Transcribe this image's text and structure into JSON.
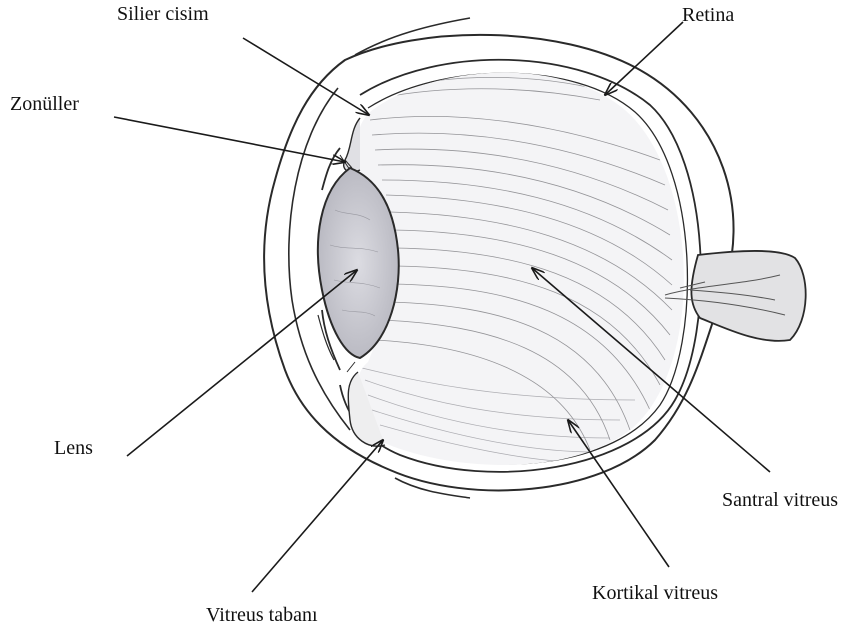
{
  "labels": {
    "silier_cisim": "Silier cisim",
    "retina": "Retina",
    "zonuller": "Zonüller",
    "lens": "Lens",
    "santral_vitreus": "Santral vitreus",
    "kortikal_vitreus": "Kortikal vitreus",
    "vitreus_tabani": "Vitreus tabanı"
  },
  "colors": {
    "ink": "#2a2a2a",
    "paper": "#ffffff",
    "lens_fill": "#c9c9cf",
    "vitreus_fill": "#f4f4f6",
    "nerve_fill": "#e2e2e4"
  }
}
